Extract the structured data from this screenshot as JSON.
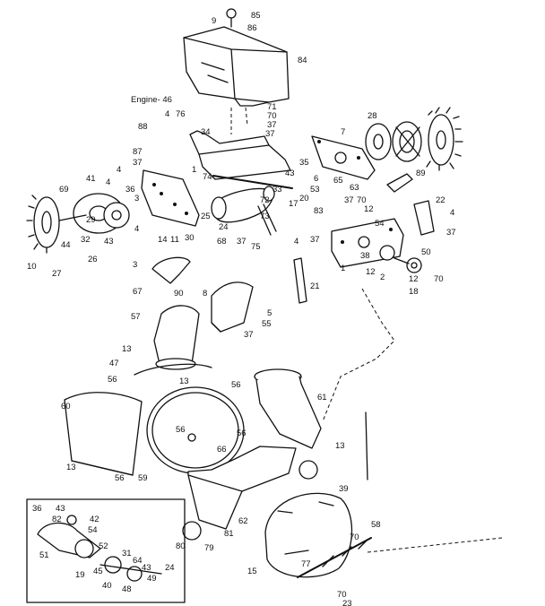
{
  "callouts": {
    "c9": "9",
    "c85": "85",
    "c86": "86",
    "c84": "84",
    "engine_label": "Engine- 46",
    "c71": "71",
    "c70a": "70",
    "c37a": "37",
    "c4a": "4",
    "c76": "76",
    "c34": "34",
    "c37b": "37",
    "c88": "88",
    "c28": "28",
    "c7": "7",
    "c87": "87",
    "c37c": "37",
    "c35": "35",
    "c43a": "43",
    "c33": "33",
    "c6": "6",
    "c65": "65",
    "c63": "63",
    "c89": "89",
    "c4b": "4",
    "c41": "41",
    "c4c": "4",
    "c1a": "1",
    "c74": "74",
    "c36": "36",
    "c53": "53",
    "c20": "20",
    "c69": "69",
    "c39a": "3",
    "c4d": "4",
    "c14": "14",
    "c11": "11",
    "c30": "30",
    "c25": "25",
    "c24": "24",
    "c68": "68",
    "c37d": "37",
    "c72": "72",
    "c73": "73",
    "c17": "17",
    "c83": "83",
    "c37e": "37",
    "c70b": "70",
    "c12a": "12",
    "c22": "22",
    "c4e": "4",
    "c37f": "37",
    "c29": "29",
    "c32": "32",
    "c43b": "43",
    "c26": "26",
    "c44": "44",
    "c27": "27",
    "c10": "10",
    "c75": "75",
    "c4f": "4",
    "c37g": "37",
    "c54a": "54",
    "c38": "38",
    "c50": "50",
    "c12b": "12",
    "c70c": "70",
    "c18": "18",
    "c1b": "1",
    "c21": "21",
    "c2": "2",
    "c12c": "12",
    "c3": "3",
    "c67": "67",
    "c90": "90",
    "c8": "8",
    "c5": "5",
    "c55": "55",
    "c37h": "37",
    "c57": "57",
    "c13a": "13",
    "c47": "47",
    "c13b": "13",
    "c56a": "56",
    "c56b": "56",
    "c61": "61",
    "c60": "60",
    "c56c": "56",
    "c56d": "56",
    "c13c": "13",
    "c66": "66",
    "c13d": "13",
    "c56e": "56",
    "c59": "59",
    "c39": "39",
    "c58": "58",
    "c62": "62",
    "c81": "81",
    "c80": "80",
    "c79": "79",
    "c70d": "70",
    "c77": "77",
    "c15": "15",
    "c70e": "70",
    "c23": "23",
    "inset_36": "36",
    "inset_43": "43",
    "inset_82": "82",
    "inset_42": "42",
    "inset_54": "54",
    "inset_51": "51",
    "inset_52": "52",
    "inset_31": "31",
    "inset_64": "64",
    "inset_43b": "43",
    "inset_24": "24",
    "inset_19": "19",
    "inset_45": "45",
    "inset_40": "40",
    "inset_48": "48",
    "inset_49": "49"
  }
}
